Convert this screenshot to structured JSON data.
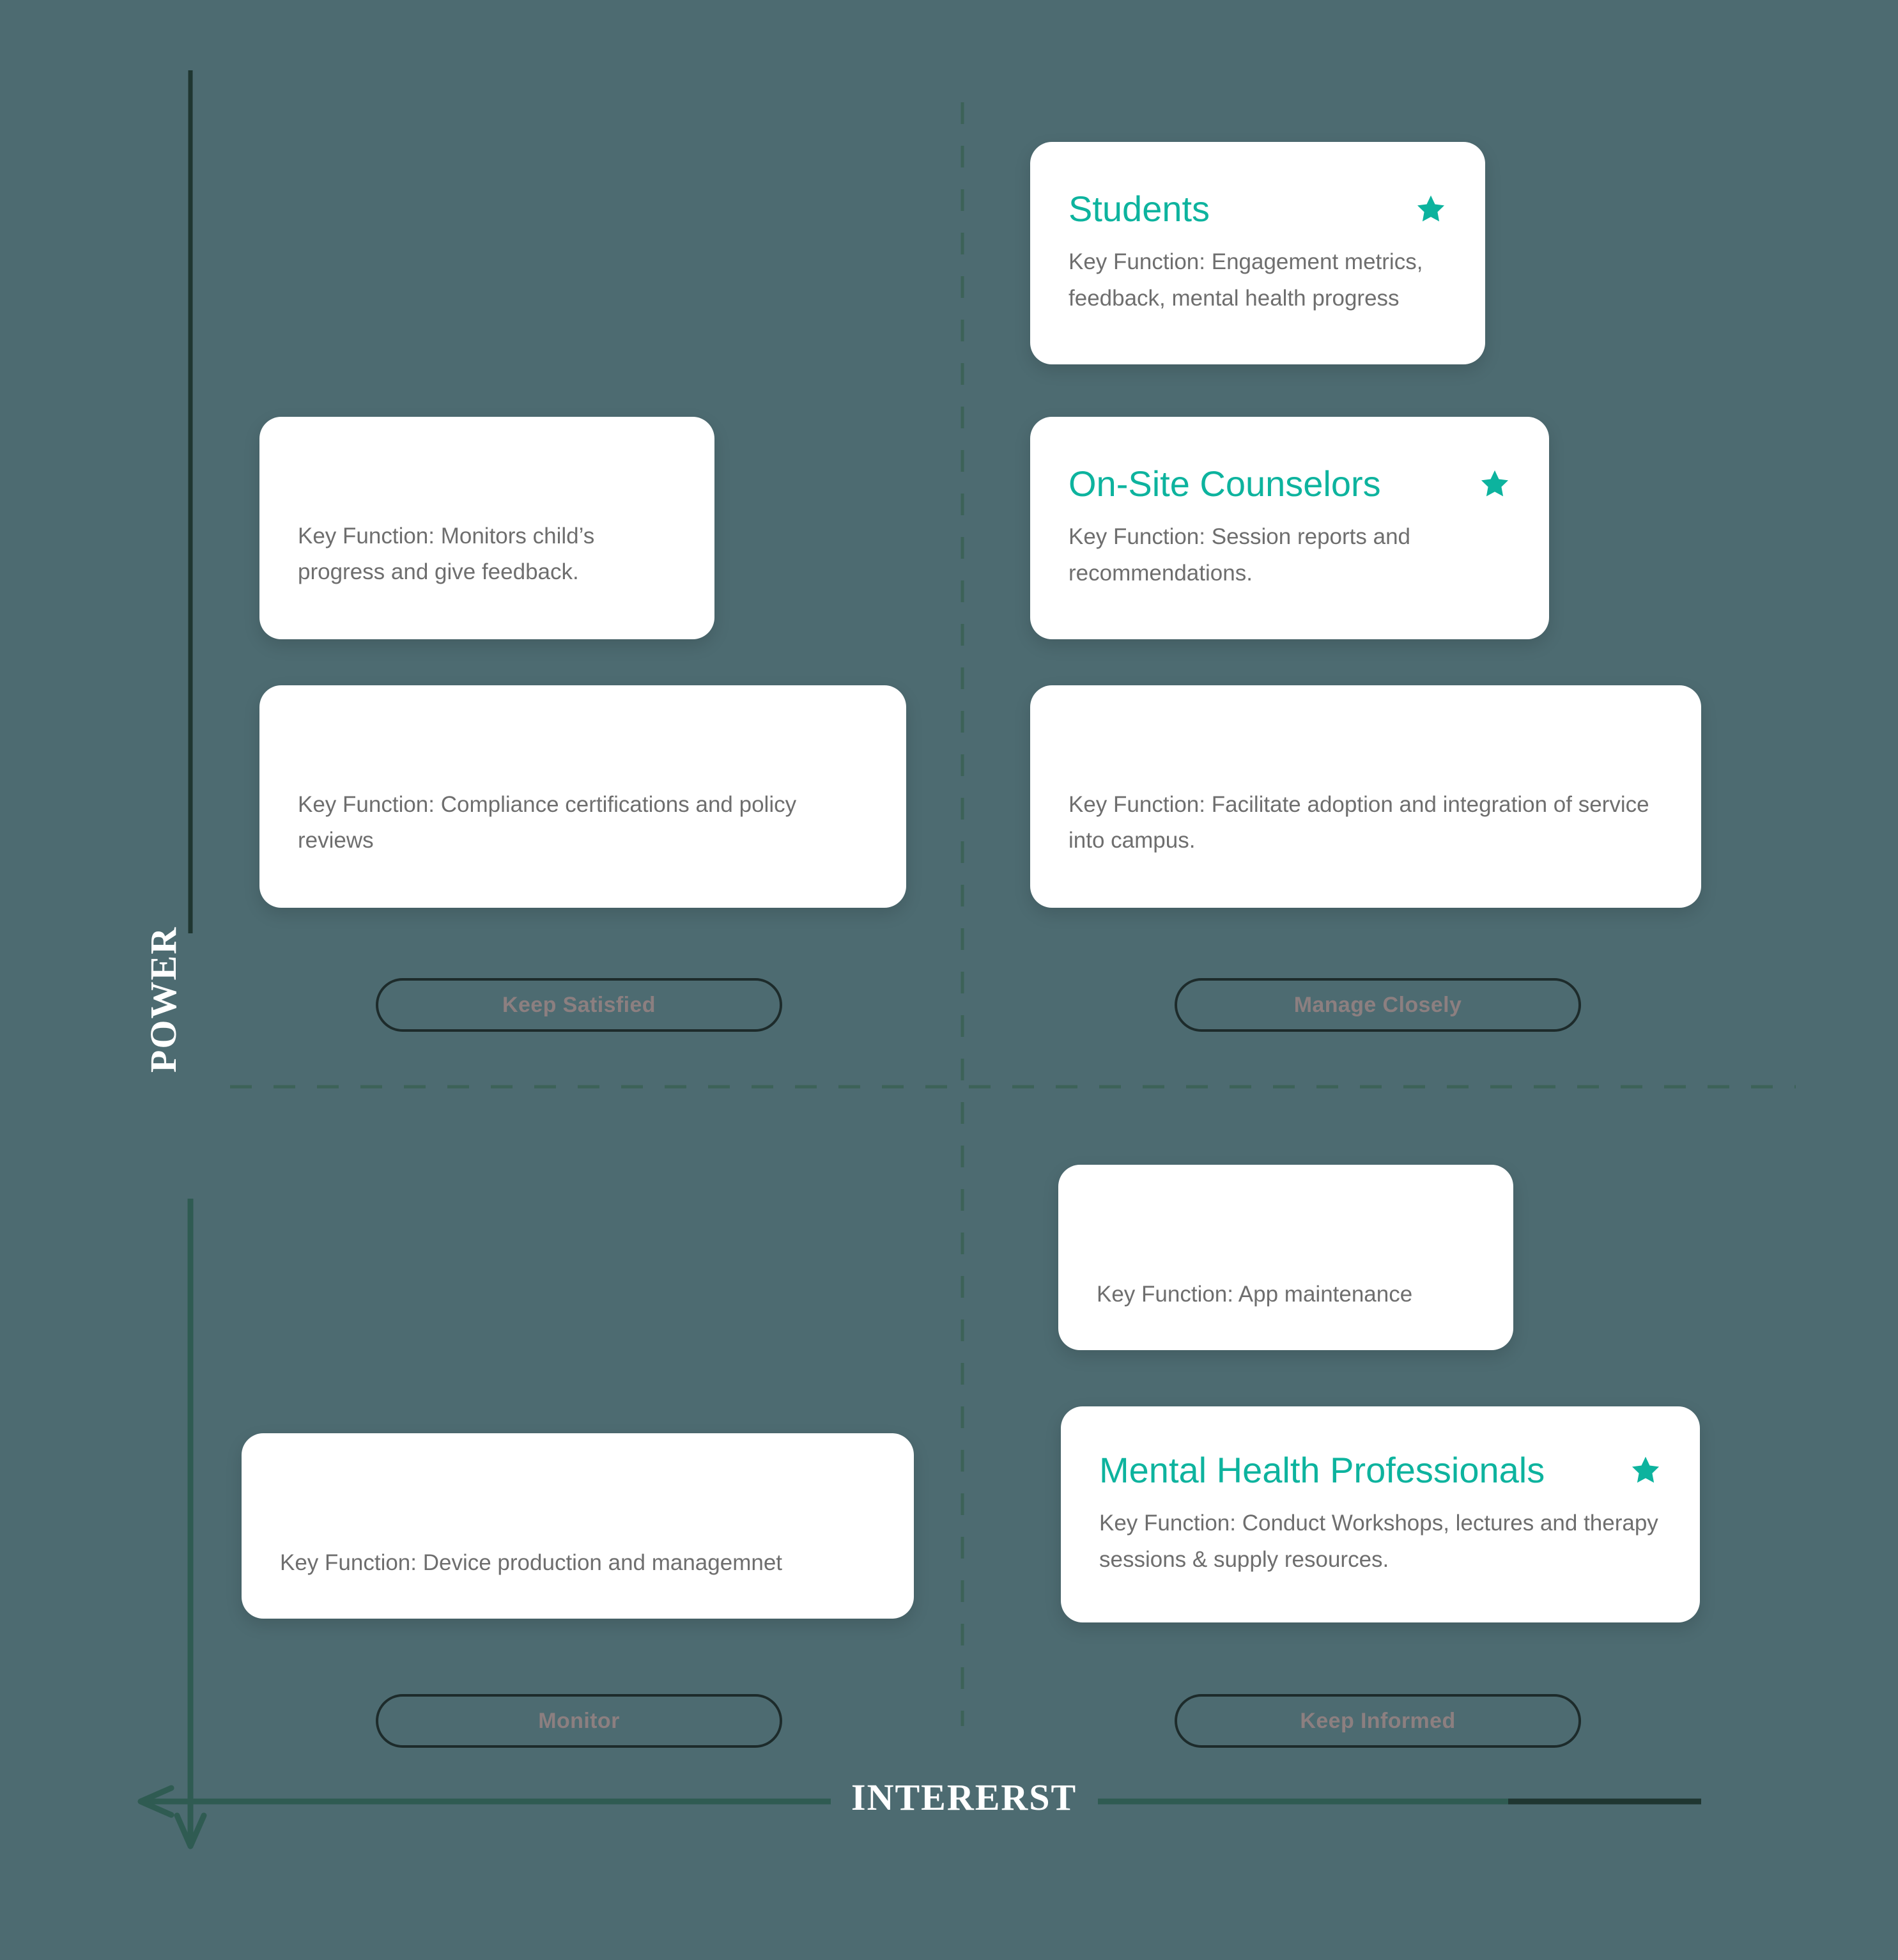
{
  "background_color": "#4d6b71",
  "accent_color": "#0db39e",
  "axes": {
    "y_label": "POWER",
    "x_label": "INTERERST",
    "line_color": "#2f5b52",
    "dash_color": "#3c6258"
  },
  "cards": [
    {
      "id": "card-students",
      "title": "Students",
      "description": "Key Function: Engagement metrics, feedback, mental health progress",
      "starred": true,
      "quadrant": "manage-closely"
    },
    {
      "id": "card-parents",
      "title": "",
      "description": "Key Function: Monitors child’s progress and give feedback.",
      "starred": false,
      "quadrant": "keep-satisfied"
    },
    {
      "id": "card-counselors",
      "title": "On-Site Counselors",
      "description": "Key Function: Session reports and recommendations.",
      "starred": true,
      "quadrant": "manage-closely"
    },
    {
      "id": "card-compliance",
      "title": "",
      "description": "Key Function: Compliance certifications and policy reviews",
      "starred": false,
      "quadrant": "keep-satisfied"
    },
    {
      "id": "card-campus",
      "title": "",
      "description": "Key Function: Facilitate adoption and integration of service into campus.",
      "starred": false,
      "quadrant": "manage-closely"
    },
    {
      "id": "card-devteam",
      "title": "",
      "description": "Key Function: App maintenance",
      "starred": false,
      "quadrant": "keep-informed"
    },
    {
      "id": "card-hardware",
      "title": "",
      "description": "Key Function: Device production and managemnet",
      "starred": false,
      "quadrant": "monitor"
    },
    {
      "id": "card-mhp",
      "title": "Mental Health Professionals",
      "description": "Key Function: Conduct Workshops, lectures and therapy sessions & supply resources.",
      "starred": true,
      "quadrant": "keep-informed"
    }
  ],
  "quadrant_labels": {
    "keep_satisfied": "Keep Satisfied",
    "manage_closely": "Manage Closely",
    "monitor": "Monitor",
    "keep_informed": "Keep Informed"
  }
}
